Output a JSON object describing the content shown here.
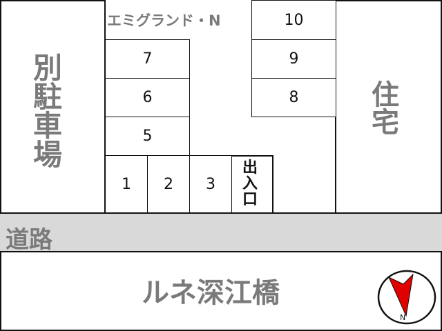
{
  "building_name": "エミグランド・N",
  "left_area": {
    "label": "別駐車場",
    "chars": [
      "別",
      "駐",
      "車",
      "場"
    ]
  },
  "right_area": {
    "label": "住宅",
    "chars": [
      "住",
      "宅"
    ]
  },
  "road": {
    "label": "道路"
  },
  "bridge": {
    "label": "ルネ深江橋"
  },
  "entrance": {
    "label": "出入口",
    "chars": [
      "出",
      "入",
      "口"
    ]
  },
  "stalls": {
    "s1": "1",
    "s2": "2",
    "s3": "3",
    "s5": "5",
    "s6": "6",
    "s7": "7",
    "s8": "8",
    "s9": "9",
    "s10": "10"
  },
  "compass": {
    "label": "N",
    "arrow_color": "#e00000"
  }
}
